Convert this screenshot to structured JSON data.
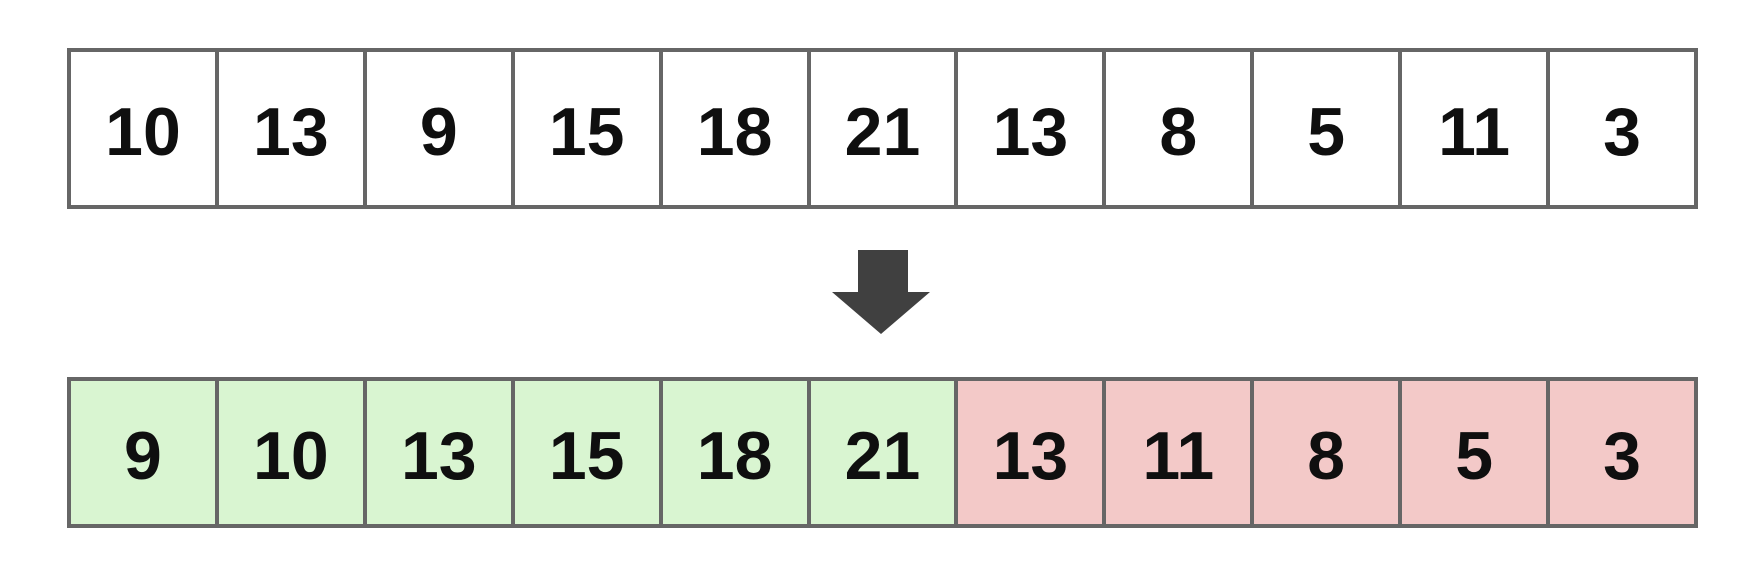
{
  "colors": {
    "background": "#ffffff",
    "border": "#666666",
    "text": "#0f0f0f",
    "ascending_bg": "#d9f5d1",
    "descending_bg": "#f3c9c8",
    "arrow": "#404040"
  },
  "unsorted": {
    "cells": [
      "10",
      "13",
      "9",
      "15",
      "18",
      "21",
      "13",
      "8",
      "5",
      "11",
      "3"
    ]
  },
  "arrow": {
    "icon": "down-arrow-icon",
    "direction": "down"
  },
  "result": {
    "ascending": [
      "9",
      "10",
      "13",
      "15",
      "18",
      "21"
    ],
    "descending": [
      "13",
      "11",
      "8",
      "5",
      "3"
    ]
  }
}
